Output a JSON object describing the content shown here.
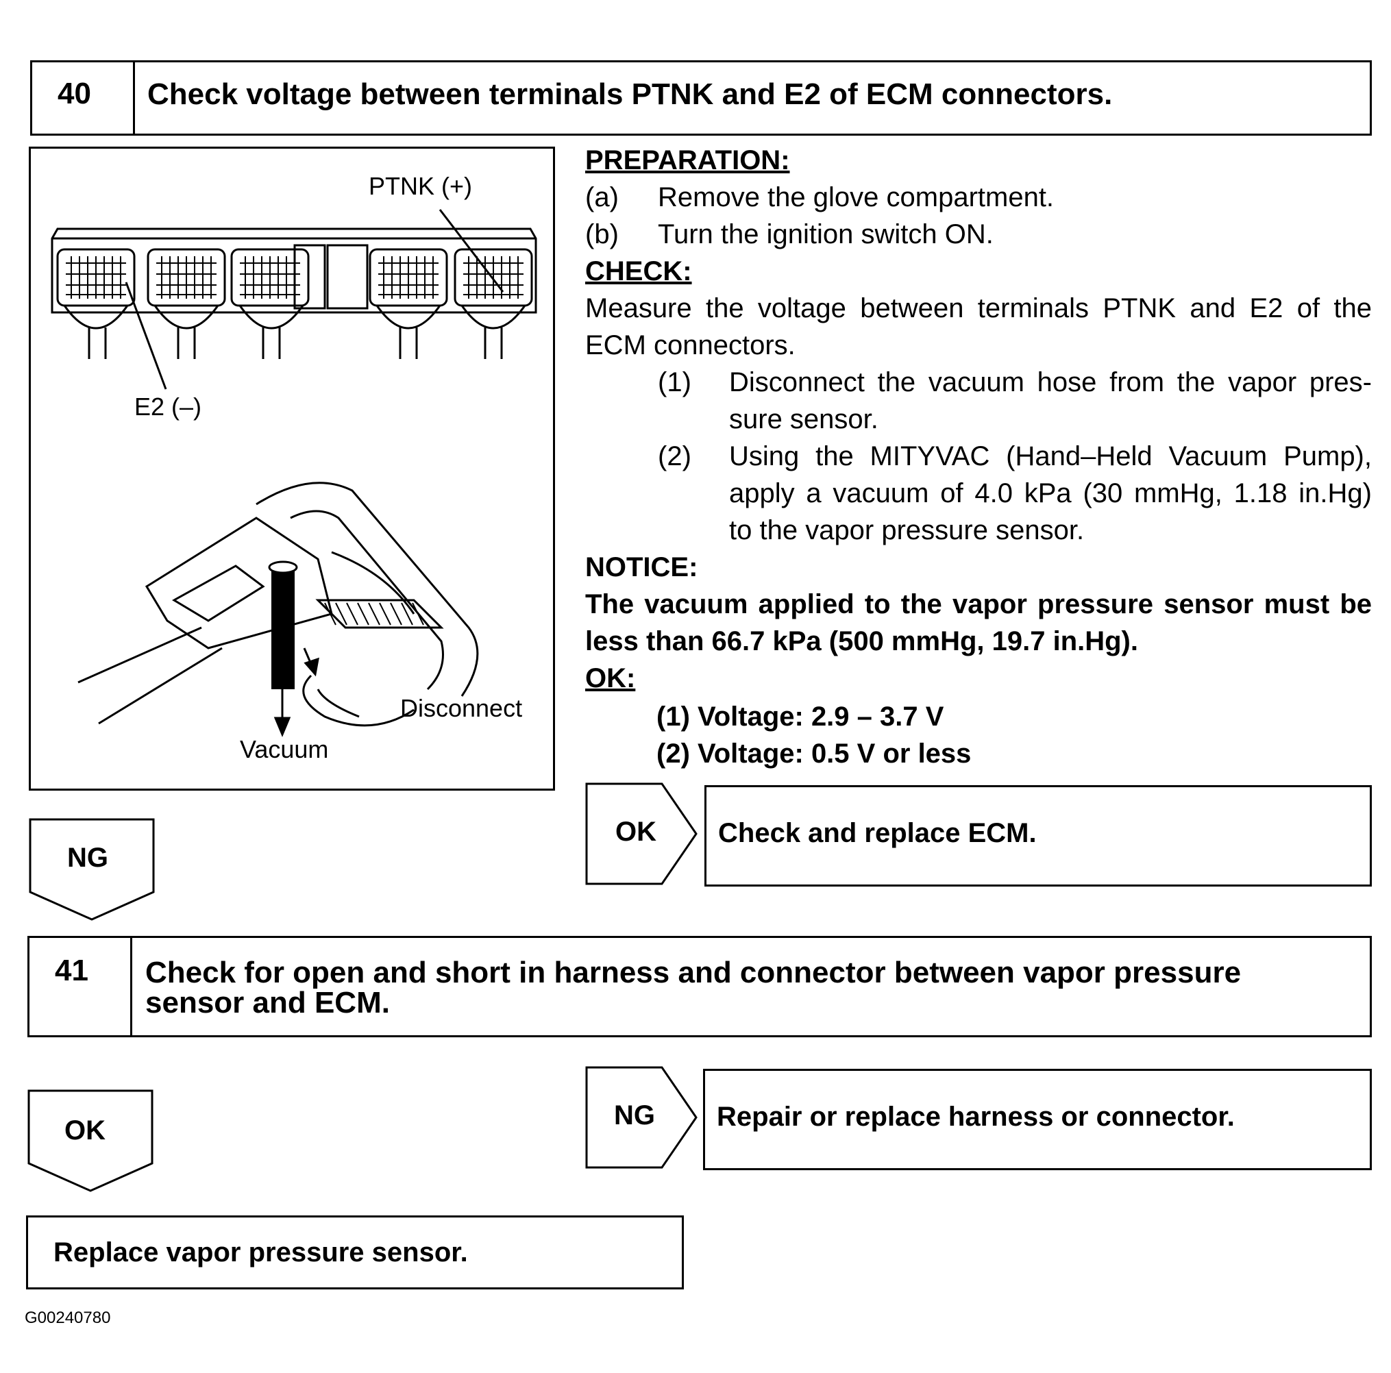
{
  "step40": {
    "number": "40",
    "title": "Check voltage between terminals PTNK and E2 of ECM connectors."
  },
  "diagram": {
    "label_ptnk": "PTNK (+)",
    "label_e2": "E2 (–)",
    "label_disconnect": "Disconnect",
    "label_vacuum": "Vacuum"
  },
  "preparation": {
    "heading": "PREPARATION:",
    "items": [
      {
        "marker": "(a)",
        "text": "Remove the glove compartment."
      },
      {
        "marker": "(b)",
        "text": "Turn the ignition switch ON."
      }
    ]
  },
  "check": {
    "heading": "CHECK:",
    "line1": "Measure the voltage between terminals PTNK and E2 of the",
    "line2": "ECM connectors.",
    "steps": [
      {
        "marker": "(1)",
        "line1": "Disconnect the vacuum hose from the vapor pres-",
        "line2": "sure sensor."
      },
      {
        "marker": "(2)",
        "line1": "Using the MITYVAC (Hand–Held Vacuum Pump),",
        "line2": "apply a vacuum of 4.0 kPa (30 mmHg, 1.18 in.Hg)",
        "line3": "to the vapor pressure sensor."
      }
    ]
  },
  "notice": {
    "heading": "NOTICE:",
    "line1": "The vacuum applied to the vapor pressure sensor must be",
    "line2": "less than 66.7 kPa (500 mmHg, 19.7 in.Hg)."
  },
  "ok_spec": {
    "heading": "OK:",
    "item1": "(1) Voltage: 2.9 – 3.7 V",
    "item2": "(2) Voltage: 0.5 V or less"
  },
  "branch40_ok": {
    "tag": "OK",
    "text": "Check and replace ECM."
  },
  "branch40_ng": {
    "tag": "NG"
  },
  "step41": {
    "number": "41",
    "title_line1": "Check for open and short in harness and connector between vapor pressure",
    "title_line2": "sensor and ECM."
  },
  "branch41_ng": {
    "tag": "NG",
    "text": "Repair or replace harness or connector."
  },
  "branch41_ok": {
    "tag": "OK"
  },
  "final_box": {
    "text": "Replace vapor pressure sensor."
  },
  "figure_code": "G00240780"
}
